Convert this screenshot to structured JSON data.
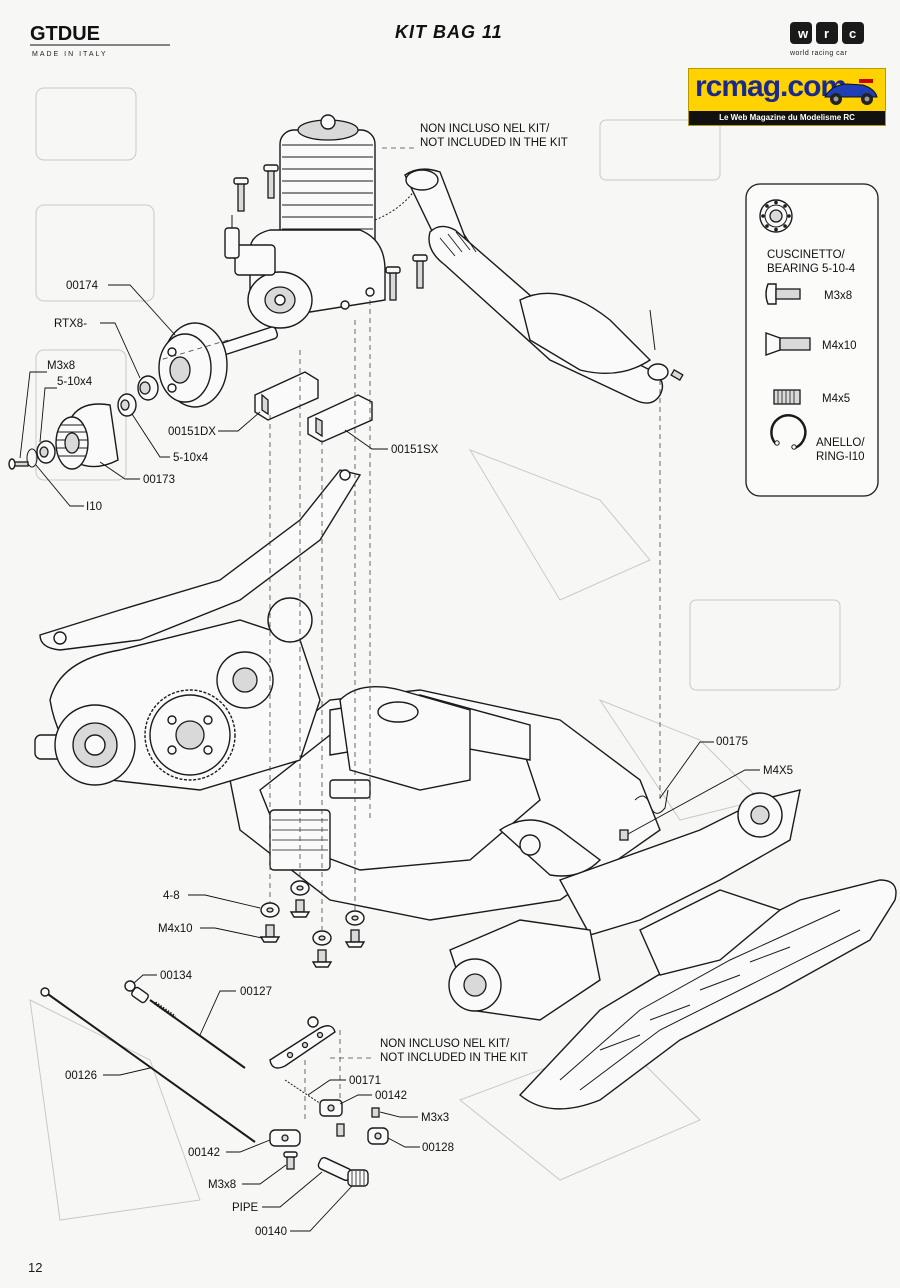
{
  "header": {
    "brand_left": "GTDUE",
    "brand_left_tagline": "MADE IN ITALY",
    "title": "KIT BAG 11",
    "brand_right": "WRC",
    "brand_right_tagline": "world racing car"
  },
  "watermark": {
    "site": "rcmag.com",
    "subtitle": "Le Web Magazine du Modelisme RC"
  },
  "notes": {
    "not_included_top_line1": "NON INCLUSO NEL KIT/",
    "not_included_top_line2": "NOT INCLUDED IN THE KIT",
    "not_included_bottom_line1": "NON INCLUSO NEL KIT/",
    "not_included_bottom_line2": "NOT INCLUDED IN THE KIT"
  },
  "legend": {
    "bearing_label_line1": "CUSCINETTO/",
    "bearing_label_line2": "BEARING 5-10-4",
    "screw_m3x8": "M3x8",
    "screw_m4x10": "M4x10",
    "grub_m4x5": "M4x5",
    "ring_label_line1": "ANELLO/",
    "ring_label_line2": "RING-I10"
  },
  "callouts": {
    "c00174": "00174",
    "rtx8": "RTX8-",
    "m3x8_top": "M3x8",
    "b5104_top": "5-10x4",
    "b5104_bottom": "5-10x4",
    "c00173": "00173",
    "i10": "I10",
    "c00151dx": "00151DX",
    "c00151sx": "00151SX",
    "c00175": "00175",
    "m4x5": "M4X5",
    "washer48": "4-8",
    "m4x10": "M4x10",
    "c00134": "00134",
    "c00127": "00127",
    "c00126": "00126",
    "c00171": "00171",
    "c00142_right": "00142",
    "m3x3": "M3x3",
    "c00128": "00128",
    "c00142_left": "00142",
    "m3x8_bottom": "M3x8",
    "pipe": "PIPE",
    "c00140": "00140"
  },
  "page_number": "12"
}
